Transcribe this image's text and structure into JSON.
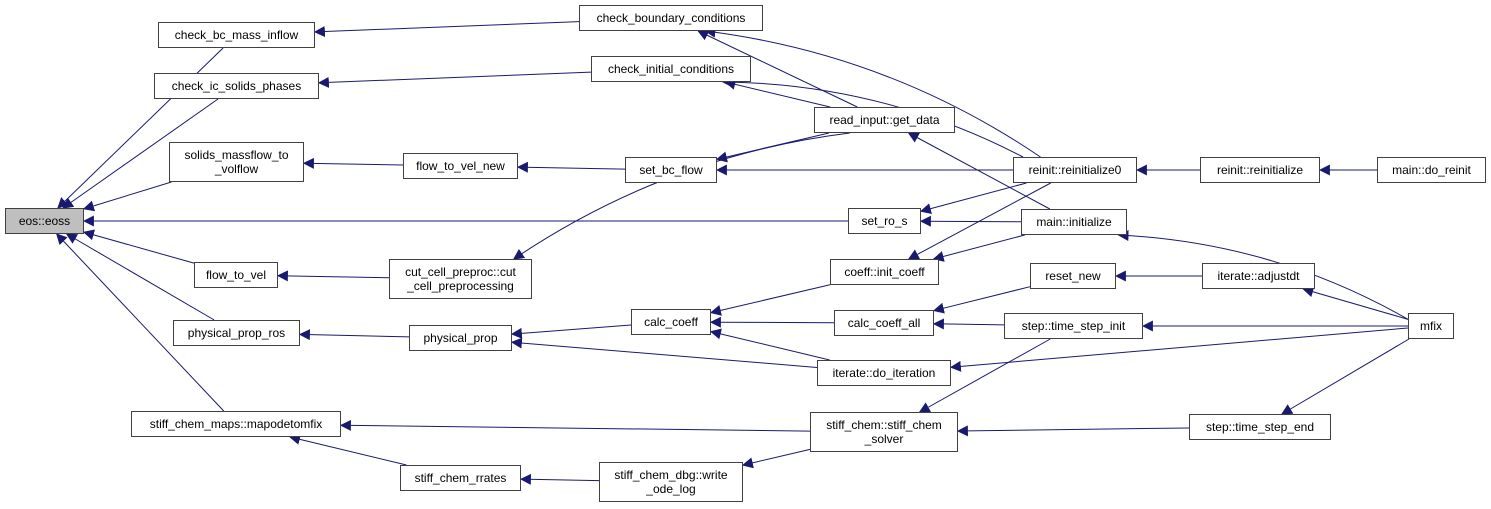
{
  "graph": {
    "type": "caller-graph",
    "edge_color": "#191970",
    "root_fill": "#bfbfbf",
    "nodes": [
      {
        "id": "eoss",
        "label": "eos::eoss",
        "root": true
      },
      {
        "id": "check_bc_mass_inflow",
        "label": "check_bc_mass_inflow"
      },
      {
        "id": "check_ic_solids_phases",
        "label": "check_ic_solids_phases"
      },
      {
        "id": "solids_massflow_to_volflow",
        "label": "solids_massflow_to\n_volflow"
      },
      {
        "id": "flow_to_vel",
        "label": "flow_to_vel"
      },
      {
        "id": "physical_prop_ros",
        "label": "physical_prop_ros"
      },
      {
        "id": "mapodetomfix",
        "label": "stiff_chem_maps::mapodetomfix"
      },
      {
        "id": "check_boundary_conditions",
        "label": "check_boundary_conditions"
      },
      {
        "id": "check_initial_conditions",
        "label": "check_initial_conditions"
      },
      {
        "id": "flow_to_vel_new",
        "label": "flow_to_vel_new"
      },
      {
        "id": "cut_cell_preprocessing",
        "label": "cut_cell_preproc::cut\n_cell_preprocessing"
      },
      {
        "id": "physical_prop",
        "label": "physical_prop"
      },
      {
        "id": "stiff_chem_rrates",
        "label": "stiff_chem_rrates"
      },
      {
        "id": "get_data",
        "label": "read_input::get_data"
      },
      {
        "id": "set_bc_flow",
        "label": "set_bc_flow"
      },
      {
        "id": "set_ro_s",
        "label": "set_ro_s"
      },
      {
        "id": "init_coeff",
        "label": "coeff::init_coeff"
      },
      {
        "id": "calc_coeff",
        "label": "calc_coeff"
      },
      {
        "id": "calc_coeff_all",
        "label": "calc_coeff_all"
      },
      {
        "id": "do_iteration",
        "label": "iterate::do_iteration"
      },
      {
        "id": "stiff_chem_solver",
        "label": "stiff_chem::stiff_chem\n_solver"
      },
      {
        "id": "write_ode_log",
        "label": "stiff_chem_dbg::write\n_ode_log"
      },
      {
        "id": "reinitialize0",
        "label": "reinit::reinitialize0"
      },
      {
        "id": "main_initialize",
        "label": "main::initialize"
      },
      {
        "id": "reset_new",
        "label": "reset_new"
      },
      {
        "id": "time_step_init",
        "label": "step::time_step_init"
      },
      {
        "id": "reinitialize",
        "label": "reinit::reinitialize"
      },
      {
        "id": "adjustdt",
        "label": "iterate::adjustdt"
      },
      {
        "id": "time_step_end",
        "label": "step::time_step_end"
      },
      {
        "id": "do_reinit",
        "label": "main::do_reinit"
      },
      {
        "id": "mfix",
        "label": "mfix"
      }
    ],
    "edges": [
      {
        "from": "check_bc_mass_inflow",
        "to": "eoss"
      },
      {
        "from": "check_ic_solids_phases",
        "to": "eoss"
      },
      {
        "from": "solids_massflow_to_volflow",
        "to": "eoss"
      },
      {
        "from": "set_ro_s",
        "to": "eoss"
      },
      {
        "from": "flow_to_vel",
        "to": "eoss"
      },
      {
        "from": "physical_prop_ros",
        "to": "eoss"
      },
      {
        "from": "mapodetomfix",
        "to": "eoss"
      },
      {
        "from": "check_boundary_conditions",
        "to": "check_bc_mass_inflow"
      },
      {
        "from": "check_initial_conditions",
        "to": "check_ic_solids_phases"
      },
      {
        "from": "flow_to_vel_new",
        "to": "solids_massflow_to_volflow"
      },
      {
        "from": "cut_cell_preprocessing",
        "to": "flow_to_vel"
      },
      {
        "from": "physical_prop",
        "to": "physical_prop_ros"
      },
      {
        "from": "stiff_chem_solver",
        "to": "mapodetomfix"
      },
      {
        "from": "stiff_chem_rrates",
        "to": "mapodetomfix"
      },
      {
        "from": "get_data",
        "to": "check_boundary_conditions"
      },
      {
        "from": "reinitialize0",
        "to": "check_boundary_conditions"
      },
      {
        "from": "get_data",
        "to": "check_initial_conditions"
      },
      {
        "from": "reinitialize0",
        "to": "check_initial_conditions"
      },
      {
        "from": "set_bc_flow",
        "to": "flow_to_vel_new"
      },
      {
        "from": "get_data",
        "to": "cut_cell_preprocessing"
      },
      {
        "from": "calc_coeff",
        "to": "physical_prop"
      },
      {
        "from": "do_iteration",
        "to": "physical_prop"
      },
      {
        "from": "write_ode_log",
        "to": "stiff_chem_rrates"
      },
      {
        "from": "main_initialize",
        "to": "get_data"
      },
      {
        "from": "get_data",
        "to": "set_bc_flow"
      },
      {
        "from": "reinitialize0",
        "to": "set_bc_flow"
      },
      {
        "from": "reinitialize0",
        "to": "set_ro_s"
      },
      {
        "from": "main_initialize",
        "to": "set_ro_s"
      },
      {
        "from": "reinitialize0",
        "to": "init_coeff"
      },
      {
        "from": "main_initialize",
        "to": "init_coeff"
      },
      {
        "from": "init_coeff",
        "to": "calc_coeff"
      },
      {
        "from": "calc_coeff_all",
        "to": "calc_coeff"
      },
      {
        "from": "do_iteration",
        "to": "calc_coeff"
      },
      {
        "from": "reset_new",
        "to": "calc_coeff_all"
      },
      {
        "from": "time_step_init",
        "to": "calc_coeff_all"
      },
      {
        "from": "mfix",
        "to": "do_iteration"
      },
      {
        "from": "time_step_init",
        "to": "stiff_chem_solver"
      },
      {
        "from": "time_step_end",
        "to": "stiff_chem_solver"
      },
      {
        "from": "stiff_chem_solver",
        "to": "write_ode_log"
      },
      {
        "from": "reinitialize",
        "to": "reinitialize0"
      },
      {
        "from": "mfix",
        "to": "main_initialize"
      },
      {
        "from": "adjustdt",
        "to": "reset_new"
      },
      {
        "from": "mfix",
        "to": "time_step_init"
      },
      {
        "from": "do_reinit",
        "to": "reinitialize"
      },
      {
        "from": "mfix",
        "to": "adjustdt"
      },
      {
        "from": "mfix",
        "to": "time_step_end"
      }
    ]
  }
}
